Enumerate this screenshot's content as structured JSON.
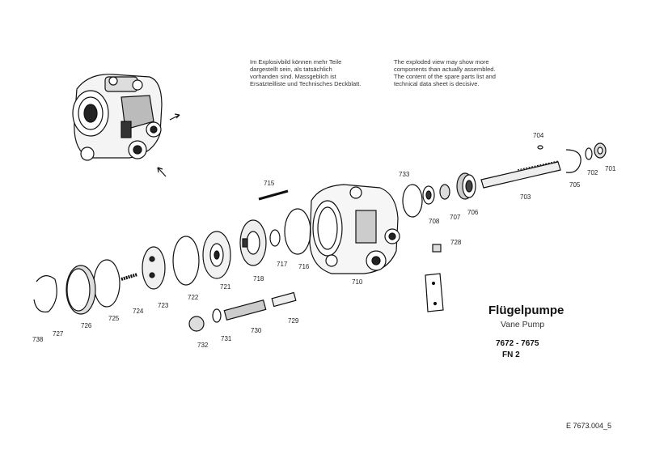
{
  "notes": {
    "de": "Im Explosivbild können mehr Teile\ndargestellt sein, als tatsächlich\nvorhanden sind. Massgeblich ist\nErsatzteilliste und Technisches Deckblatt.",
    "en": "The exploded view may show more\ncomponents than actually assembled.\nThe content of the spare parts list and\ntechnical data sheet is decisive."
  },
  "title": {
    "de": "Flügelpumpe",
    "en": "Vane Pump",
    "numbers": "7672 - 7675",
    "fn": "FN 2"
  },
  "doc_code": "E  7673.004_5",
  "part_labels": [
    "704",
    "701",
    "702",
    "705",
    "703",
    "706",
    "707",
    "708",
    "733",
    "715",
    "728",
    "710",
    "716",
    "717",
    "718",
    "721",
    "722",
    "723",
    "724",
    "725",
    "726",
    "727",
    "738",
    "729",
    "730",
    "731",
    "732"
  ]
}
